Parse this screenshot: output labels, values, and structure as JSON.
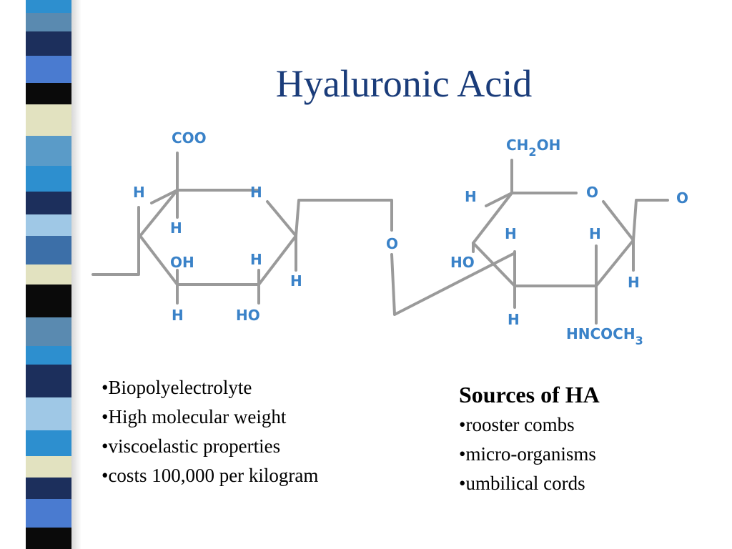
{
  "slide": {
    "title": "Hyaluronic Acid",
    "left_bullets": [
      "•Biopolyelectrolyte",
      "•High molecular weight",
      "•viscoelastic properties",
      "•costs 100,000 per kilogram"
    ],
    "sources": {
      "heading": "Sources of HA",
      "items": [
        "•rooster combs",
        "•micro-organisms",
        "•umbilical cords"
      ]
    }
  },
  "structure": {
    "left_ring": {
      "carboxyl": "COO",
      "h_top_left": "H",
      "h_top_right": "H",
      "h_inner_top": "H",
      "oh_inner": "OH",
      "h_inner_right": "H",
      "h_right": "H",
      "h_bottom_left": "H",
      "ho_bottom": "HO"
    },
    "bridge_oxygen": "O",
    "right_ring": {
      "ch2oh_a": "CH",
      "ch2oh_sub": "2",
      "ch2oh_b": "OH",
      "ring_oxygen": "O",
      "terminal_oxygen": "O",
      "h_top_left": "H",
      "ho_left": "HO",
      "h_inner_left": "H",
      "h_inner_right": "H",
      "h_right": "H",
      "h_bottom": "H",
      "nhac_a": "HNCOCH",
      "nhac_sub": "3"
    }
  },
  "colors": {
    "title": "#1a3c7a",
    "atom_labels": "#3a82c8",
    "bonds": "#9a9a9a",
    "stripe_palette": [
      "#1c2f5c",
      "#4a7bd0",
      "#5a9bc8",
      "#e2e2c0",
      "#0a0a0a",
      "#2d8fcf",
      "#9fc8e6",
      "#3c6fa8"
    ]
  }
}
